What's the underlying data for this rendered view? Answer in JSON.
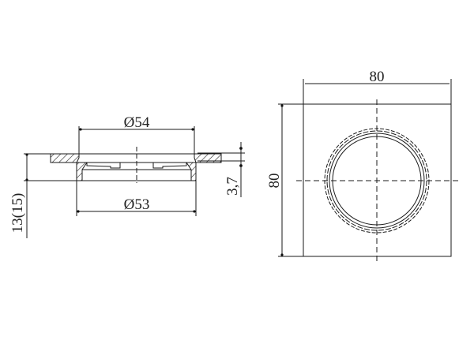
{
  "drawing": {
    "section_view": {
      "top_diameter": "Ø54",
      "bottom_diameter": "Ø53",
      "height": "13(15)",
      "flange_thickness": "3,7"
    },
    "top_view": {
      "width": "80",
      "height": "80"
    },
    "colors": {
      "line": "#1a1a1a",
      "text": "#222222",
      "background": "#ffffff"
    }
  }
}
